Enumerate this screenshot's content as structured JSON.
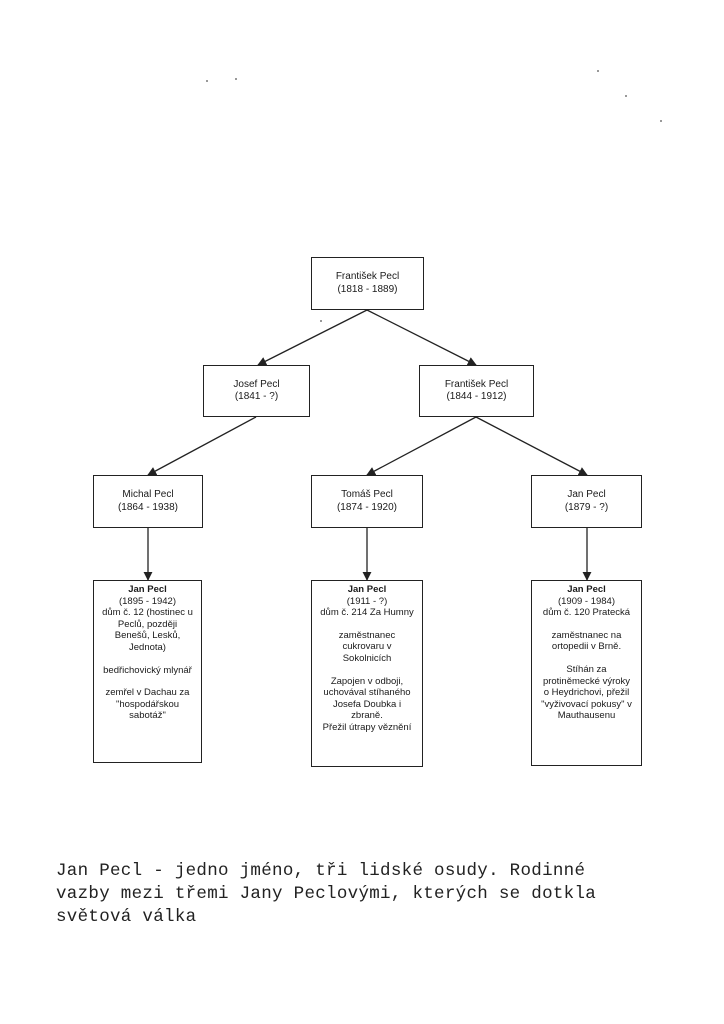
{
  "tree": {
    "root": {
      "name": "František Pecl",
      "dates": "(1818 - 1889)"
    },
    "gen2": [
      {
        "name": "Josef Pecl",
        "dates": "(1841 - ?)"
      },
      {
        "name": "František Pecl",
        "dates": "(1844 - 1912)"
      }
    ],
    "gen3": [
      {
        "name": "Michal Pecl",
        "dates": "(1864 - 1938)"
      },
      {
        "name": "Tomáš Pecl",
        "dates": "(1874 - 1920)"
      },
      {
        "name": "Jan Pecl",
        "dates": "(1879 - ?)"
      }
    ],
    "gen4": [
      {
        "name": "Jan Pecl",
        "lines": [
          "(1895 - 1942)",
          "dům č. 12 (hostinec u",
          "Peclů, později",
          "Benešů, Lesků,",
          "Jednota)",
          "",
          "bedřichovický mlynář",
          "",
          "zemřel v Dachau za",
          "\"hospodářskou",
          "sabotáž\""
        ]
      },
      {
        "name": "Jan Pecl",
        "lines": [
          "(1911 - ?)",
          "dům č. 214 Za Humny",
          "",
          "zaměstnanec",
          "cukrovaru v",
          "Sokolnicích",
          "",
          "Zapojen v odboji,",
          "uchovával stíhaného",
          "Josefa Doubka i",
          "zbraně.",
          "Přežil útrapy věznění"
        ]
      },
      {
        "name": "Jan Pecl",
        "lines": [
          "(1909 - 1984)",
          "dům č. 120 Pratecká",
          "",
          "zaměstnanec na",
          "ortopedii v Brně.",
          "",
          "Stíhán za",
          "protiněmecké výroky",
          "o Heydrichovi, přežil",
          "\"vyživovací pokusy\" v",
          "Mauthausenu"
        ]
      }
    ]
  },
  "caption": [
    "Jan Pecl - jedno jméno, tři lidské osudy. Rodinné",
    "vazby mezi třemi Jany Peclovými, kterých se dotkla",
    "světová válka"
  ]
}
